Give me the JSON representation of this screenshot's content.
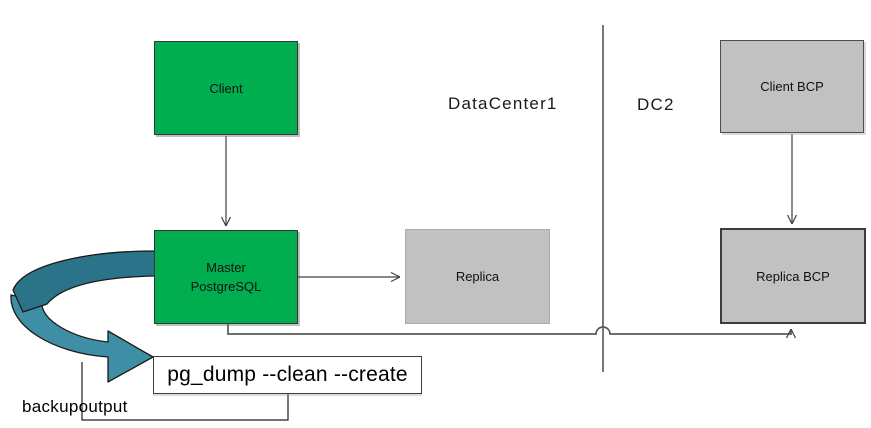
{
  "diagram": {
    "regions": {
      "datacenter1_label": "DataCenter1",
      "dc2_label": "DC2"
    },
    "nodes": {
      "client": {
        "label": "Client"
      },
      "master": {
        "label": "Master\nPostgreSQL"
      },
      "replica": {
        "label": "Replica"
      },
      "client_bcp": {
        "label": "Client BCP"
      },
      "replica_bcp": {
        "label": "Replica BCP"
      },
      "pg_dump": {
        "label": "pg_dump --clean --create"
      }
    },
    "annotations": {
      "backup_output_label": "backupoutput"
    },
    "colors": {
      "node_green": "#00AE50",
      "node_gray": "#C1C1C1",
      "curved_arrow_dark_teal": "#2B7389",
      "curved_arrow_light_teal": "#3E8FA5",
      "connector_gray": "#595959",
      "connector_dark": "#404040"
    }
  }
}
